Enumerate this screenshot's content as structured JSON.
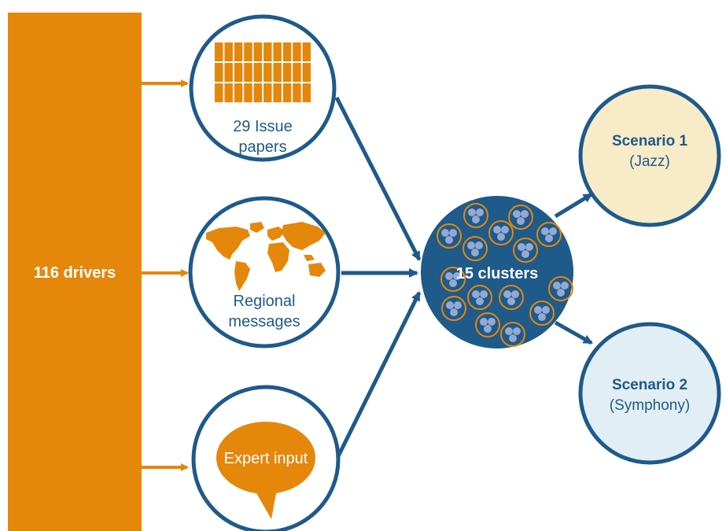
{
  "drivers": {
    "label": "116 drivers"
  },
  "issue_papers": {
    "line1": "29 Issue",
    "line2": "papers"
  },
  "regional": {
    "line1": "Regional",
    "line2": "messages"
  },
  "expert": {
    "label": "Expert input"
  },
  "clusters": {
    "label": "15 clusters"
  },
  "scenario1": {
    "title": "Scenario 1",
    "subtitle": "(Jazz)"
  },
  "scenario2": {
    "title": "Scenario 2",
    "subtitle": "(Symphony)"
  },
  "colors": {
    "orange": "#E5870B",
    "navy": "#1E5A8A",
    "scenario1_fill": "#F8EBC8",
    "scenario2_fill": "#E2EEF5",
    "dot": "#93A9D4"
  },
  "icons": [
    "document-grid-icon",
    "world-map-icon",
    "speech-bubble-icon",
    "cluster-dots-icon"
  ]
}
